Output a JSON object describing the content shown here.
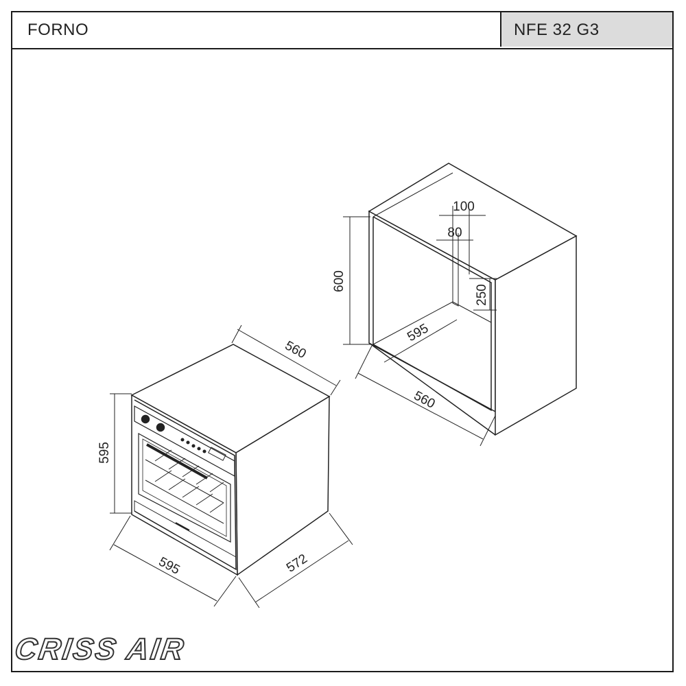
{
  "header": {
    "category": "FORNO",
    "model": "NFE 32 G3"
  },
  "oven": {
    "dim_height": "595",
    "dim_width": "595",
    "dim_depth_top": "560",
    "dim_depth_bottom": "572"
  },
  "cabinet": {
    "dim_height": "600",
    "dim_width_inner": "595",
    "dim_depth": "560",
    "dim_vent_100": "100",
    "dim_vent_80": "80",
    "dim_vent_250": "250"
  },
  "brand": {
    "logo_text": "CRISS AIR"
  }
}
